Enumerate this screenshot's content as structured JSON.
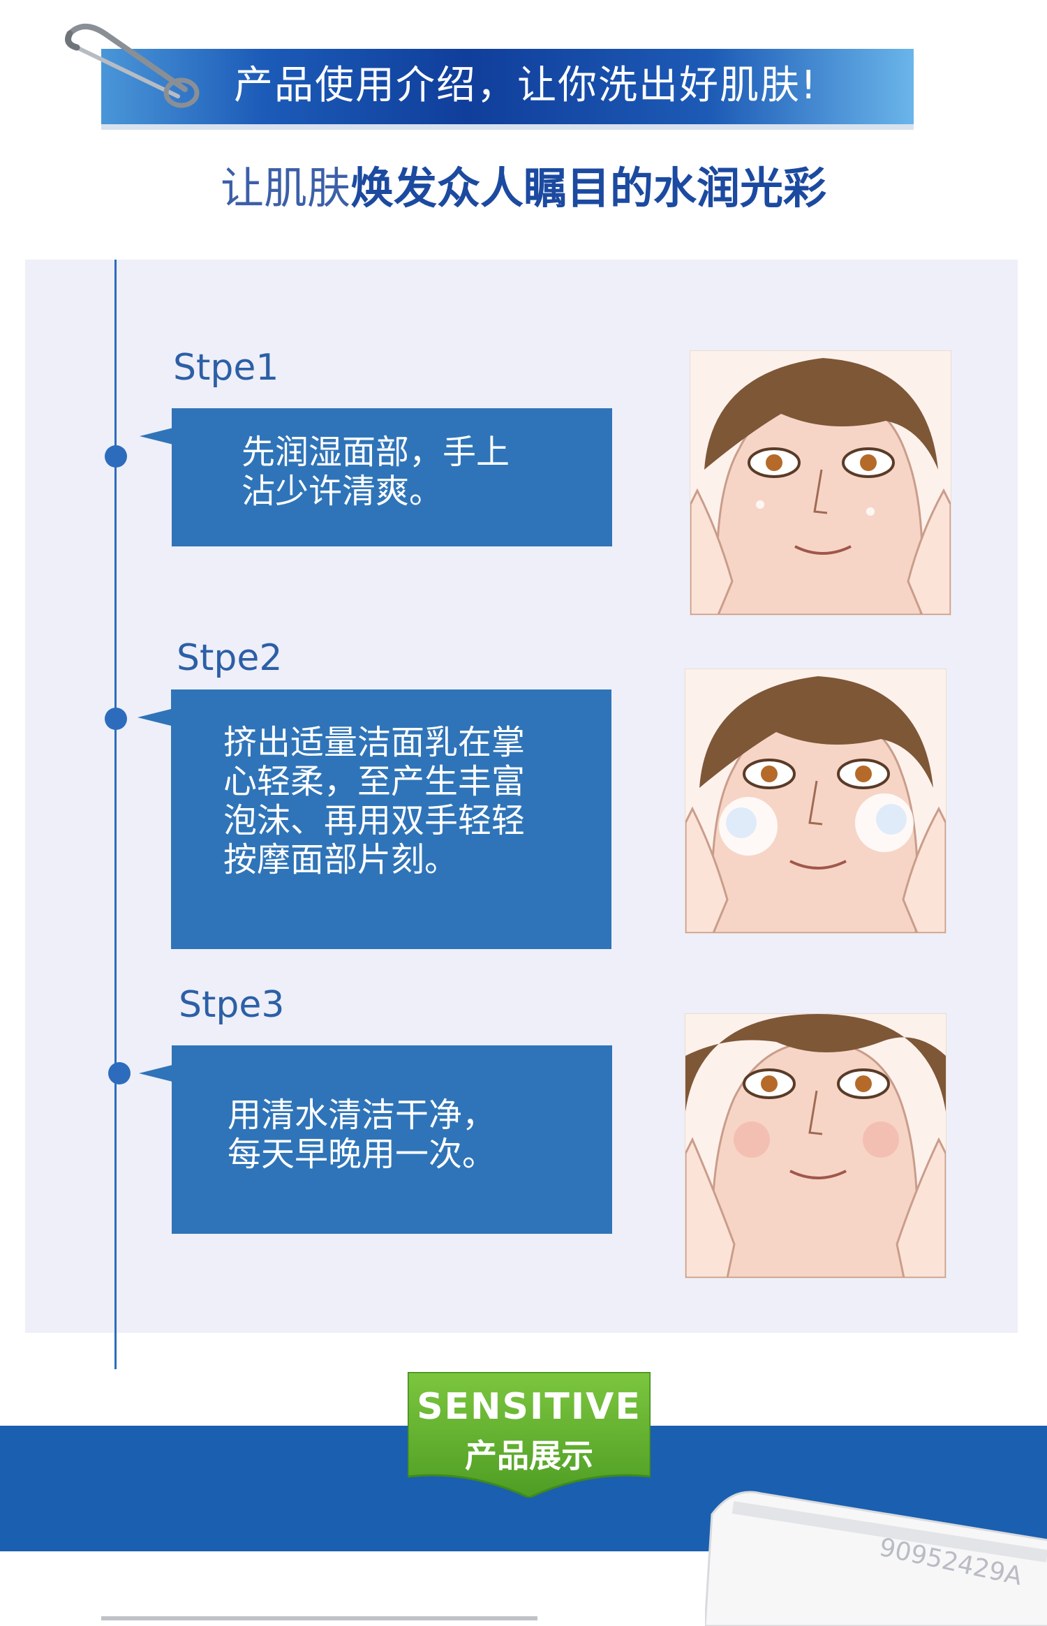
{
  "banner": {
    "title": "产品使用介绍，让你洗出好肌肤!"
  },
  "subtitle": {
    "light": "让肌肤",
    "bold": "焕发众人瞩目的水润光彩"
  },
  "steps": [
    {
      "label": "Stpe1",
      "lines": [
        "先润湿面部，手上",
        "沾少许清爽。"
      ]
    },
    {
      "label": "Stpe2",
      "lines": [
        "挤出适量洁面乳在掌",
        "心轻柔，至产生丰富",
        "泡沫、再用双手轻轻",
        "按摩面部片刻。"
      ]
    },
    {
      "label": "Stpe3",
      "lines": [
        "用清水清洁干净，",
        "每天早晚用一次。"
      ]
    }
  ],
  "product_badge": {
    "title": "SENSITIVE",
    "subtitle": "产品展示"
  },
  "product": {
    "code": "90952429A"
  },
  "colors": {
    "primary_blue": "#2f74b8",
    "badge_green": "#63b432",
    "band_blue": "#1b5fb0"
  }
}
